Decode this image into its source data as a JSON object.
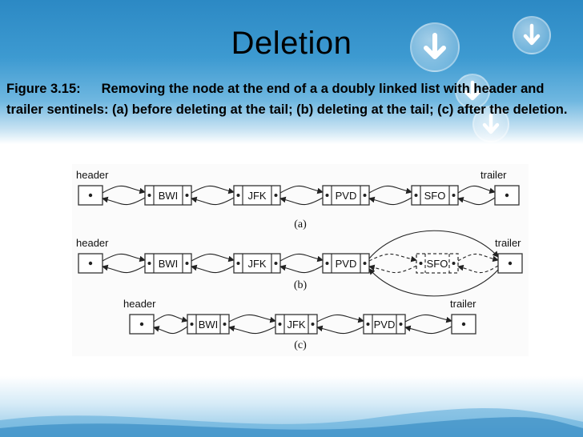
{
  "slide": {
    "title": "Deletion",
    "caption_figure": "Figure 3.15:",
    "caption_text": "Removing the node at the end of a a doubly linked list with header and trailer sentinels: (a) before deleting at the tail; (b) deleting at the tail; (c) after the deletion."
  },
  "decorations": {
    "icons": [
      "download-arrow-icon",
      "download-arrow-icon",
      "download-arrow-icon",
      "download-arrow-icon"
    ]
  },
  "figure": {
    "header_label": "header",
    "trailer_label": "trailer",
    "part_a": {
      "label": "(a)",
      "nodes": [
        "BWI",
        "JFK",
        "PVD",
        "SFO"
      ]
    },
    "part_b": {
      "label": "(b)",
      "nodes": [
        "BWI",
        "JFK",
        "PVD"
      ],
      "removed_node": "SFO"
    },
    "part_c": {
      "label": "(c)",
      "nodes": [
        "BWI",
        "JFK",
        "PVD"
      ]
    }
  }
}
